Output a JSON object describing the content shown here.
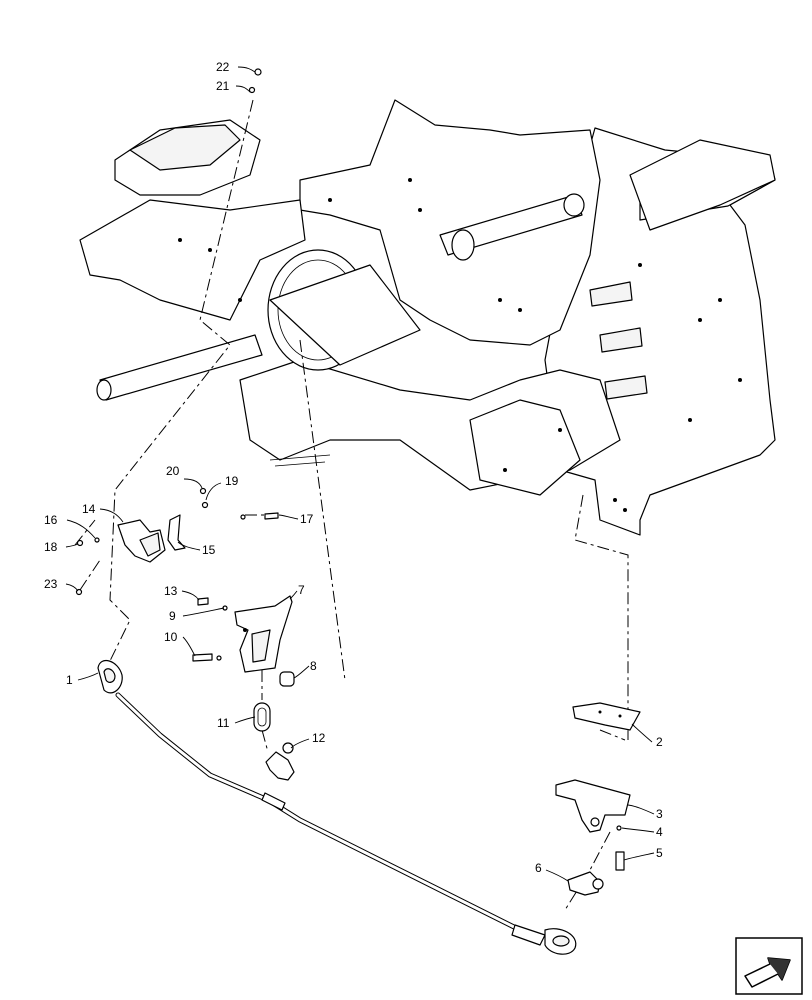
{
  "callouts": [
    {
      "id": "c1",
      "label": "1"
    },
    {
      "id": "c2",
      "label": "2"
    },
    {
      "id": "c3",
      "label": "3"
    },
    {
      "id": "c4",
      "label": "4"
    },
    {
      "id": "c5",
      "label": "5"
    },
    {
      "id": "c6",
      "label": "6"
    },
    {
      "id": "c7",
      "label": "7"
    },
    {
      "id": "c8",
      "label": "8"
    },
    {
      "id": "c9",
      "label": "9"
    },
    {
      "id": "c10",
      "label": "10"
    },
    {
      "id": "c11",
      "label": "11"
    },
    {
      "id": "c12",
      "label": "12"
    },
    {
      "id": "c13",
      "label": "13"
    },
    {
      "id": "c14",
      "label": "14"
    },
    {
      "id": "c15",
      "label": "15"
    },
    {
      "id": "c16",
      "label": "16"
    },
    {
      "id": "c17",
      "label": "17"
    },
    {
      "id": "c18",
      "label": "18"
    },
    {
      "id": "c19",
      "label": "19"
    },
    {
      "id": "c20",
      "label": "20"
    },
    {
      "id": "c21",
      "label": "21"
    },
    {
      "id": "c22",
      "label": "22"
    },
    {
      "id": "c23",
      "label": "23"
    }
  ],
  "icons": {
    "corner": "directional-arrow-icon"
  }
}
